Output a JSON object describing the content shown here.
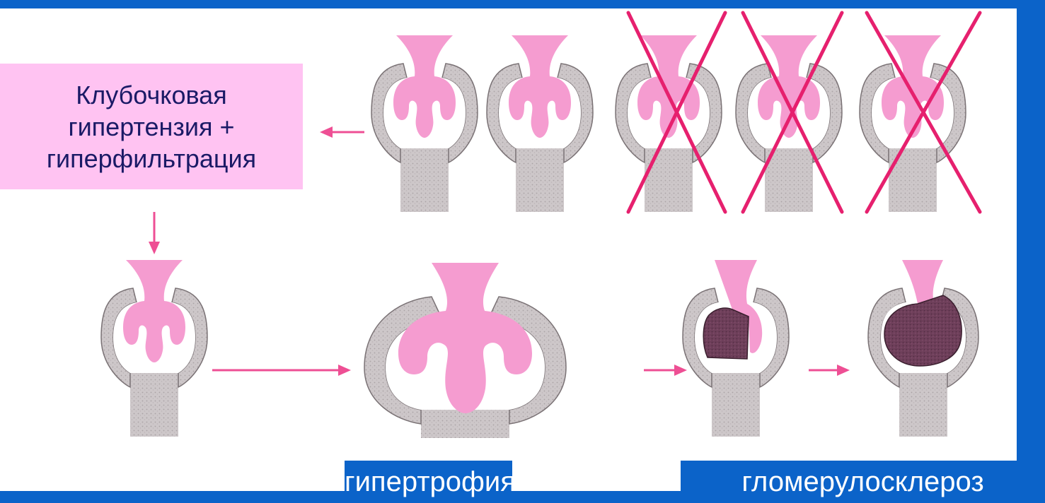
{
  "label_box": {
    "lines": [
      "Клубочковая",
      "гипертензия +",
      "гиперфильтрация"
    ],
    "color": "#ffc3f2"
  },
  "captions": {
    "hypertrophy": "гипертрофия",
    "sclerosis": "гломерулосклероз"
  },
  "colors": {
    "background_blue": "#0b63c9",
    "glomerulus_pink": "#f59cd0",
    "capsule_gray": "#c9c2c4",
    "arrow_pink": "#ee4f94",
    "cross_magenta": "#e6206e",
    "sclerosis_dark": "#6b3d57"
  }
}
